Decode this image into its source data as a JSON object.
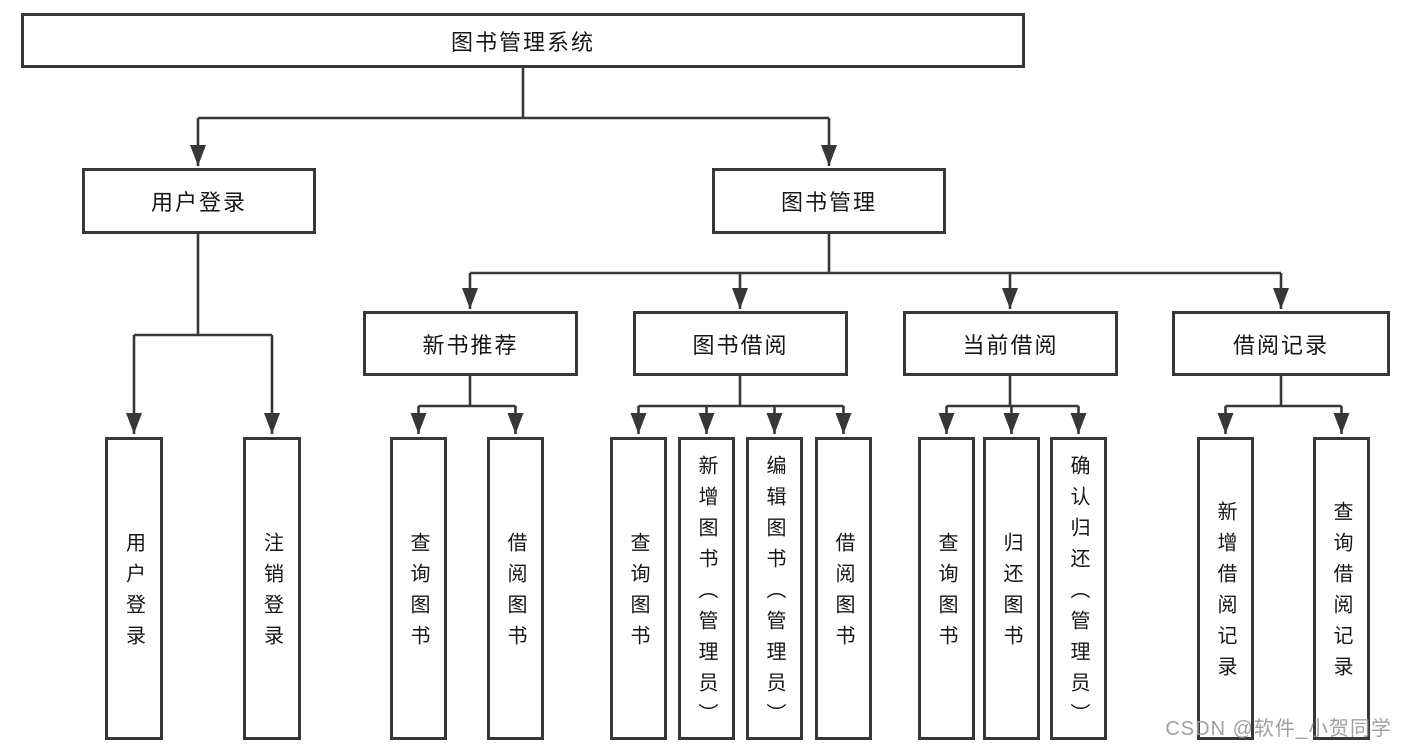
{
  "tree": {
    "root": {
      "label": "图书管理系统",
      "children": [
        {
          "label": "用户登录",
          "children": [
            {
              "label": "用户登录"
            },
            {
              "label": "注销登录"
            }
          ]
        },
        {
          "label": "图书管理",
          "children": [
            {
              "label": "新书推荐",
              "children": [
                {
                  "label": "查询图书"
                },
                {
                  "label": "借阅图书"
                }
              ]
            },
            {
              "label": "图书借阅",
              "children": [
                {
                  "label": "查询图书"
                },
                {
                  "label": "新增图书（管理员）"
                },
                {
                  "label": "编辑图书（管理员）"
                },
                {
                  "label": "借阅图书"
                }
              ]
            },
            {
              "label": "当前借阅",
              "children": [
                {
                  "label": "查询图书"
                },
                {
                  "label": "归还图书"
                },
                {
                  "label": "确认归还（管理员）"
                }
              ]
            },
            {
              "label": "借阅记录",
              "children": [
                {
                  "label": "新增借阅记录"
                },
                {
                  "label": "查询借阅记录"
                }
              ]
            }
          ]
        }
      ]
    }
  },
  "watermark": {
    "text": "CSDN @软件_小贺同学"
  },
  "colors": {
    "line": "#373737",
    "box_border": "#373737",
    "text": "#161616",
    "watermark": "#989898",
    "background": "#ffffff"
  }
}
